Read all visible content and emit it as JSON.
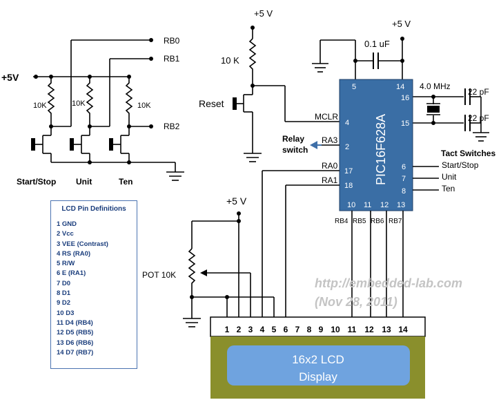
{
  "supply": {
    "left": "+5V",
    "reset": "+5 V",
    "chip": "+5 V",
    "pot": "+5 V"
  },
  "ports": {
    "rb0": "RB0",
    "rb1": "RB1",
    "rb2": "RB2"
  },
  "resistors": {
    "left1": "10K",
    "left2": "10K",
    "left3": "10K",
    "pullup": "10 K"
  },
  "switches": {
    "start": "Start/Stop",
    "unit": "Unit",
    "ten": "Ten"
  },
  "reset_label": "Reset",
  "capacitor": "0.1 uF",
  "crystal": "4.0 MHz",
  "caps": [
    "22 pF",
    "22 pF"
  ],
  "relay": {
    "line1": "Relay",
    "line2": "switch"
  },
  "chip": {
    "name": "PIC16F628A",
    "pins": {
      "p5": "5",
      "p14": "14",
      "p16": "16",
      "p15": "15",
      "p4": "4",
      "p2": "2",
      "p17": "17",
      "p18": "18",
      "p6": "6",
      "p7": "7",
      "p8": "8",
      "p10": "10",
      "p11": "11",
      "p12": "12",
      "p13": "13"
    },
    "signals": {
      "mclr": "MCLR",
      "ra3": "RA3",
      "ra0": "RA0",
      "ra1": "RA1"
    },
    "bottom": [
      "RB4",
      "RB5",
      "RB6",
      "RB7"
    ]
  },
  "tact": {
    "title": "Tact Switches",
    "items": [
      "Start/Stop",
      "Unit",
      "Ten"
    ]
  },
  "pot_label": "POT 10K",
  "legend": {
    "title": "LCD Pin Definitions",
    "rows": [
      "1  GND",
      "2  Vcc",
      "3  VEE (Contrast)",
      "4  RS (RA0)",
      "5  R/W",
      "6  E (RA1)",
      "7  D0",
      "8  D1",
      "9  D2",
      "10  D3",
      "11  D4 (RB4)",
      "12  D5 (RB5)",
      "13  D6 (RB6)",
      "14  D7 (RB7)"
    ]
  },
  "watermark": {
    "line1": "http://embedded-lab.com",
    "line2": "(Nov 28, 2011)"
  },
  "lcd": {
    "pins": [
      "1",
      "2",
      "3",
      "4",
      "5",
      "6",
      "7",
      "8",
      "9",
      "10",
      "11",
      "12",
      "13",
      "14"
    ],
    "line1": "16x2 LCD",
    "line2": "Display"
  },
  "colors": {
    "chip": "#3a6ea5",
    "lcd_body": "#8a8f2c",
    "lcd_screen": "#6fa3df",
    "arrow": "#3e6fa8",
    "legend_border": "#4a72b0"
  }
}
